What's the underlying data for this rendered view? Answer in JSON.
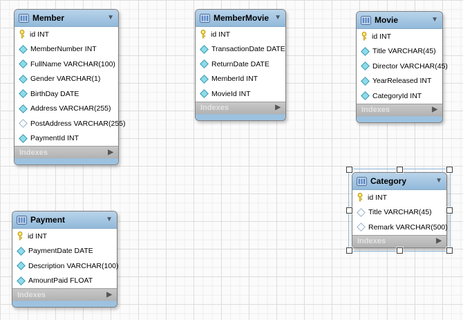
{
  "diagram": {
    "icons": {
      "collapse": "▼",
      "expand": "▶"
    },
    "colors": {
      "table_header_blue": "#9ec4e0",
      "table_bottom_strip": "#9cc2e0",
      "indexes_bar_gray": "#bdbdbd",
      "primary_key_yellow": "#ffe14d",
      "attribute_diamond_cyan": "#8fdbe8",
      "selection_handle_white": "#ffffff"
    },
    "tables": [
      {
        "name": "Member",
        "footer": "Indexes",
        "selected": false,
        "columns": [
          {
            "label": "id INT",
            "icon": "primary-key"
          },
          {
            "label": "MemberNumber INT",
            "icon": "diamond"
          },
          {
            "label": "FullName VARCHAR(100)",
            "icon": "diamond"
          },
          {
            "label": "Gender VARCHAR(1)",
            "icon": "diamond"
          },
          {
            "label": "BirthDay DATE",
            "icon": "diamond"
          },
          {
            "label": "Address VARCHAR(255)",
            "icon": "diamond"
          },
          {
            "label": "PostAddress VARCHAR(255)",
            "icon": "diamond-outline"
          },
          {
            "label": "PaymentId INT",
            "icon": "diamond"
          }
        ]
      },
      {
        "name": "MemberMovie",
        "footer": "Indexes",
        "selected": false,
        "columns": [
          {
            "label": "id INT",
            "icon": "primary-key"
          },
          {
            "label": "TransactionDate DATE",
            "icon": "diamond"
          },
          {
            "label": "ReturnDate DATE",
            "icon": "diamond"
          },
          {
            "label": "MemberId INT",
            "icon": "diamond"
          },
          {
            "label": "MovieId INT",
            "icon": "diamond"
          }
        ]
      },
      {
        "name": "Movie",
        "footer": "Indexes",
        "selected": false,
        "columns": [
          {
            "label": "id INT",
            "icon": "primary-key"
          },
          {
            "label": "Title VARCHAR(45)",
            "icon": "diamond"
          },
          {
            "label": "Director VARCHAR(45)",
            "icon": "diamond"
          },
          {
            "label": "YearReleased INT",
            "icon": "diamond"
          },
          {
            "label": "CategoryId INT",
            "icon": "diamond"
          }
        ]
      },
      {
        "name": "Category",
        "footer": "Indexes",
        "selected": true,
        "columns": [
          {
            "label": "id INT",
            "icon": "primary-key"
          },
          {
            "label": "Title VARCHAR(45)",
            "icon": "diamond-outline"
          },
          {
            "label": "Remark VARCHAR(500)",
            "icon": "diamond-outline"
          }
        ]
      },
      {
        "name": "Payment",
        "footer": "Indexes",
        "selected": false,
        "columns": [
          {
            "label": "id INT",
            "icon": "primary-key"
          },
          {
            "label": "PaymentDate DATE",
            "icon": "diamond"
          },
          {
            "label": "Description VARCHAR(100)",
            "icon": "diamond"
          },
          {
            "label": "AmountPaid FLOAT",
            "icon": "diamond"
          }
        ]
      }
    ]
  }
}
